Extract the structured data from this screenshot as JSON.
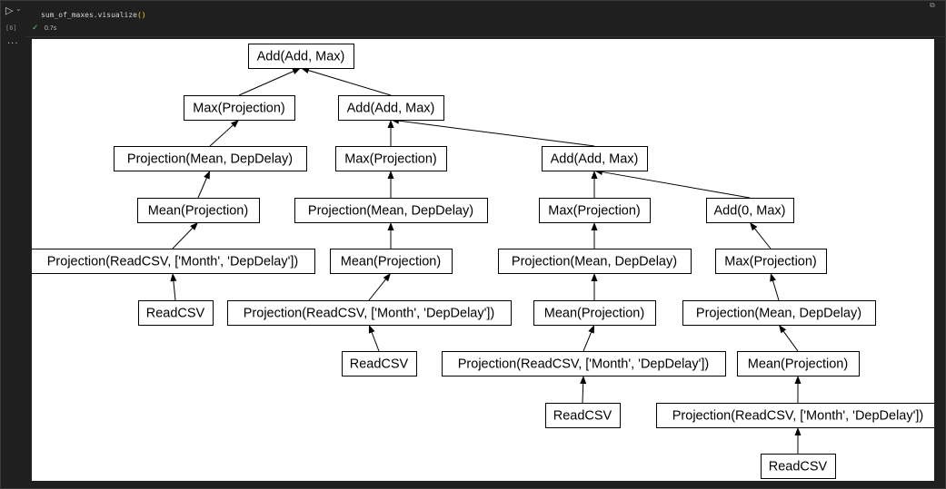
{
  "cell": {
    "code": {
      "text": "sum_of_maxes.visualize",
      "parens": "()"
    },
    "execution_count": "[6]",
    "exec_time": "0.7s",
    "ellipsis": "...",
    "status_icon": "check-icon",
    "run_icon": "play-icon"
  },
  "graph": {
    "nodes": [
      {
        "id": "n1",
        "label": "Add(Add, Max)"
      },
      {
        "id": "n2",
        "label": "Max(Projection)"
      },
      {
        "id": "n3",
        "label": "Add(Add, Max)"
      },
      {
        "id": "n4",
        "label": "Projection(Mean, DepDelay)"
      },
      {
        "id": "n5",
        "label": "Max(Projection)"
      },
      {
        "id": "n6",
        "label": "Add(Add, Max)"
      },
      {
        "id": "n7",
        "label": "Mean(Projection)"
      },
      {
        "id": "n8",
        "label": "Projection(Mean, DepDelay)"
      },
      {
        "id": "n9",
        "label": "Max(Projection)"
      },
      {
        "id": "n10",
        "label": "Add(0, Max)"
      },
      {
        "id": "n11",
        "label": "Projection(ReadCSV, ['Month', 'DepDelay'])"
      },
      {
        "id": "n12",
        "label": "Mean(Projection)"
      },
      {
        "id": "n13",
        "label": "Projection(Mean, DepDelay)"
      },
      {
        "id": "n14",
        "label": "Max(Projection)"
      },
      {
        "id": "n15",
        "label": "ReadCSV"
      },
      {
        "id": "n16",
        "label": "Projection(ReadCSV, ['Month', 'DepDelay'])"
      },
      {
        "id": "n17",
        "label": "Mean(Projection)"
      },
      {
        "id": "n18",
        "label": "Projection(Mean, DepDelay)"
      },
      {
        "id": "n19",
        "label": "ReadCSV"
      },
      {
        "id": "n20",
        "label": "Projection(ReadCSV, ['Month', 'DepDelay'])"
      },
      {
        "id": "n21",
        "label": "Mean(Projection)"
      },
      {
        "id": "n22",
        "label": "ReadCSV"
      },
      {
        "id": "n23",
        "label": "Projection(ReadCSV, ['Month', 'DepDelay'])"
      },
      {
        "id": "n24",
        "label": "ReadCSV"
      }
    ],
    "edges": [
      [
        "n2",
        "n1"
      ],
      [
        "n3",
        "n1"
      ],
      [
        "n4",
        "n2"
      ],
      [
        "n5",
        "n3"
      ],
      [
        "n6",
        "n3"
      ],
      [
        "n7",
        "n4"
      ],
      [
        "n8",
        "n5"
      ],
      [
        "n9",
        "n6"
      ],
      [
        "n10",
        "n6"
      ],
      [
        "n11",
        "n7"
      ],
      [
        "n12",
        "n8"
      ],
      [
        "n13",
        "n9"
      ],
      [
        "n14",
        "n10"
      ],
      [
        "n15",
        "n11"
      ],
      [
        "n16",
        "n12"
      ],
      [
        "n17",
        "n13"
      ],
      [
        "n18",
        "n14"
      ],
      [
        "n19",
        "n16"
      ],
      [
        "n20",
        "n17"
      ],
      [
        "n21",
        "n18"
      ],
      [
        "n22",
        "n20"
      ],
      [
        "n23",
        "n21"
      ],
      [
        "n24",
        "n23"
      ]
    ]
  }
}
